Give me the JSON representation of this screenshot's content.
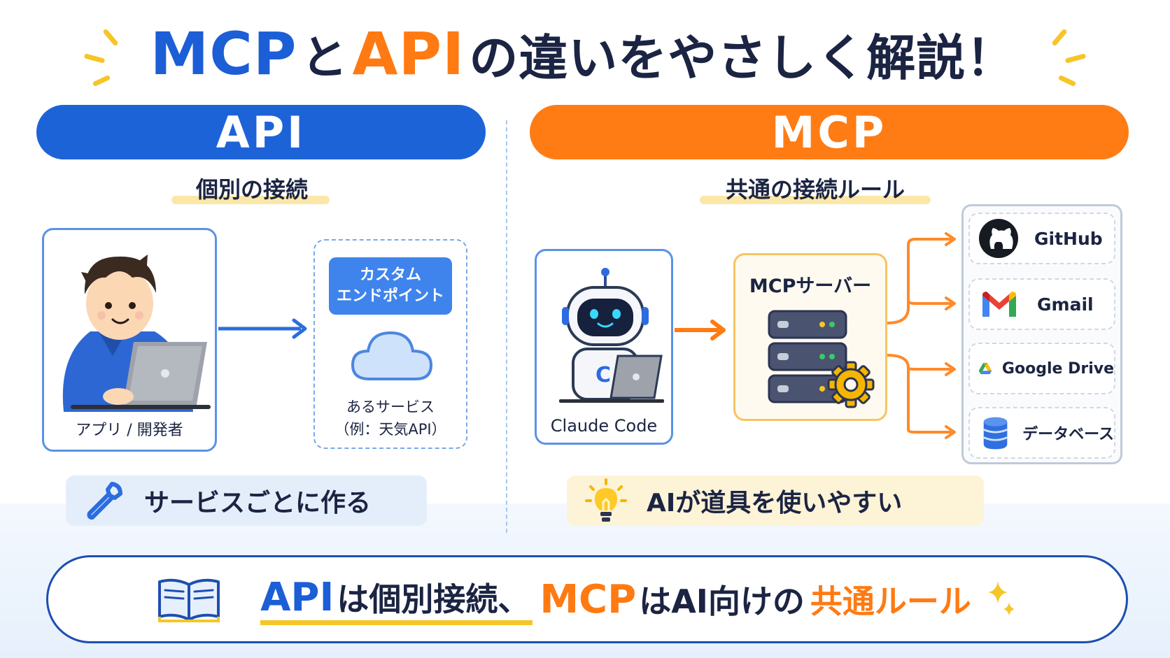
{
  "title": {
    "mcp": "MCP",
    "to": "と",
    "api": "API",
    "rest": "の違いをやさしく解説！",
    "colors": {
      "blue": "#1b5ed6",
      "orange": "#ff7a12",
      "dark": "#1b2442"
    }
  },
  "api_section": {
    "header": "API",
    "subtitle": "個別の接続",
    "developer_caption": "アプリ / 開発者",
    "endpoint_line1": "カスタム",
    "endpoint_line2": "エンドポイント",
    "service_line1": "あるサービス",
    "service_line2": "（例：天気API）",
    "bottom_note": "サービスごとに作る",
    "icons": [
      "developer-laptop-icon",
      "cloud-icon",
      "wrench-icon"
    ]
  },
  "mcp_section": {
    "header": "MCP",
    "subtitle": "共通の接続ルール",
    "client_caption": "Claude Code",
    "server_label": "MCPサーバー",
    "services": [
      {
        "label": "GitHub",
        "icon": "github-icon"
      },
      {
        "label": "Gmail",
        "icon": "gmail-icon"
      },
      {
        "label": "Google Drive",
        "icon": "google-drive-icon"
      },
      {
        "label": "データベース",
        "icon": "database-icon"
      }
    ],
    "bottom_note": "AIが道具を使いやすい",
    "icons": [
      "robot-icon",
      "server-icon",
      "gear-icon",
      "lightbulb-icon"
    ]
  },
  "summary": {
    "api": "API",
    "part1": "は個別接続、",
    "mcp": "MCP",
    "part2": "はAI向けの",
    "rule": "共通ルール",
    "icons": [
      "book-icon",
      "sparkle-icon"
    ]
  }
}
